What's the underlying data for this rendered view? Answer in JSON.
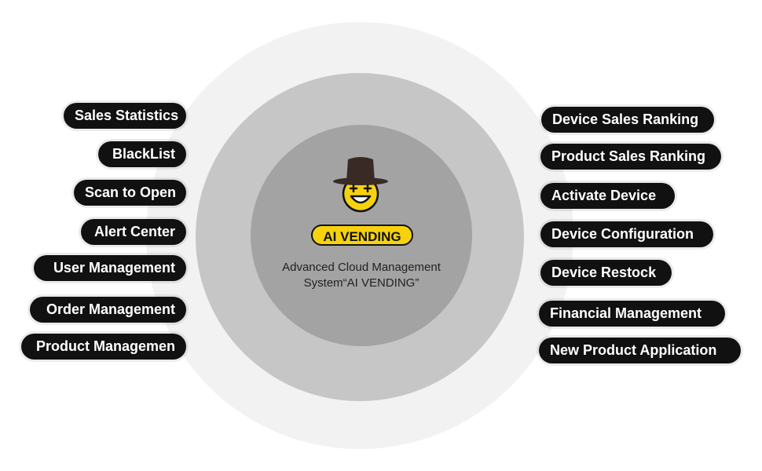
{
  "center": {
    "brand_label": "AI VENDING",
    "description_line1": "Advanced Cloud Management",
    "description_line2": "System“AI VENDING”",
    "mascot_icon": "hat-smiley-mascot-icon"
  },
  "left_items": [
    {
      "label": "Sales Statistics"
    },
    {
      "label": "BlackList"
    },
    {
      "label": "Scan to Open"
    },
    {
      "label": "Alert Center"
    },
    {
      "label": "User Management"
    },
    {
      "label": "Order Management"
    },
    {
      "label": "Product Managemen"
    }
  ],
  "right_items": [
    {
      "label": "Device Sales Ranking"
    },
    {
      "label": "Product Sales Ranking"
    },
    {
      "label": "Activate Device"
    },
    {
      "label": "Device Configuration"
    },
    {
      "label": "Device Restock"
    },
    {
      "label": "Financial Management"
    },
    {
      "label": "New Product Application"
    }
  ],
  "colors": {
    "accent_yellow": "#f6d20e",
    "pill_black": "#111111",
    "ring_outer": "#f2f2f2",
    "ring_middle": "#c6c6c6",
    "ring_inner": "#a3a3a3"
  }
}
